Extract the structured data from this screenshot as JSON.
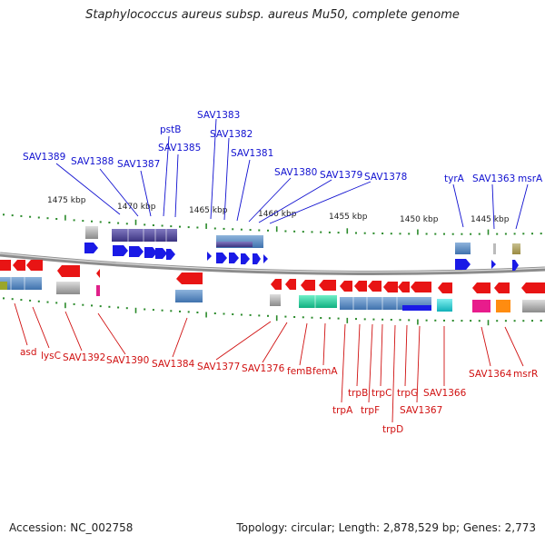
{
  "title": "Staphylococcus aureus subsp. aureus Mu50, complete genome",
  "footer": {
    "accession": "Accession: NC_002758",
    "summary": "Topology: circular; Length: 2,878,529 bp; Genes: 2,773"
  },
  "kbp_labels": [
    "1475 kbp",
    "1470 kbp",
    "1465 kbp",
    "1460 kbp",
    "1455 kbp",
    "1450 kbp",
    "1445 kbp"
  ],
  "top_labels": [
    "SAV1389",
    "SAV1388",
    "SAV1387",
    "pstB",
    "SAV1385",
    "SAV1383",
    "SAV1382",
    "SAV1381",
    "SAV1380",
    "SAV1379",
    "SAV1378",
    "tyrA",
    "SAV1363",
    "msrA"
  ],
  "bottom_labels": [
    "asd",
    "lysC",
    "SAV1392",
    "SAV1390",
    "SAV1384",
    "SAV1377",
    "SAV1376",
    "femB",
    "femA",
    "trpA",
    "trpB",
    "trpF",
    "trpC",
    "trpD",
    "trpG",
    "SAV1367",
    "SAV1366",
    "SAV1364",
    "msrR"
  ],
  "colors": {
    "forward_gene": "#1a1ae6",
    "reverse_gene": "#e81414",
    "top_label": "#1010d0",
    "bottom_label": "#d01010",
    "tick": "#2a8a2a",
    "backbone": "#888888"
  }
}
